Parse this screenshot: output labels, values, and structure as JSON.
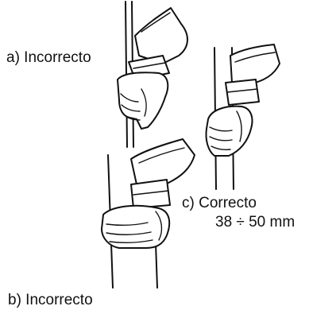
{
  "labels": {
    "a": "a) Incorrecto",
    "b": "b) Incorrecto",
    "c": "c) Correcto",
    "c_size": "38 ÷ 50 mm"
  },
  "colors": {
    "ink": "#111111",
    "background": "#ffffff"
  }
}
